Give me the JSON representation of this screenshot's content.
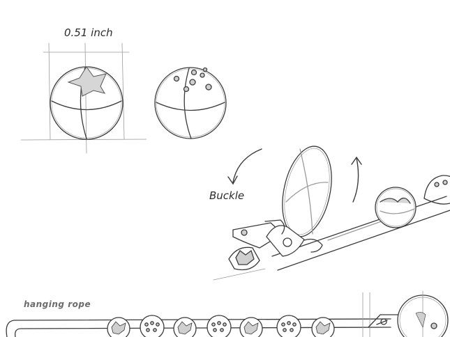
{
  "labels": {
    "dimension": "0.51 inch",
    "buckle": "Buckle",
    "hanging_rope": "hanging rope"
  },
  "colors": {
    "line": "#3a3a3a",
    "light_line": "#9a9a9a",
    "shade": "#cfcfcf",
    "background": "#ffffff"
  }
}
